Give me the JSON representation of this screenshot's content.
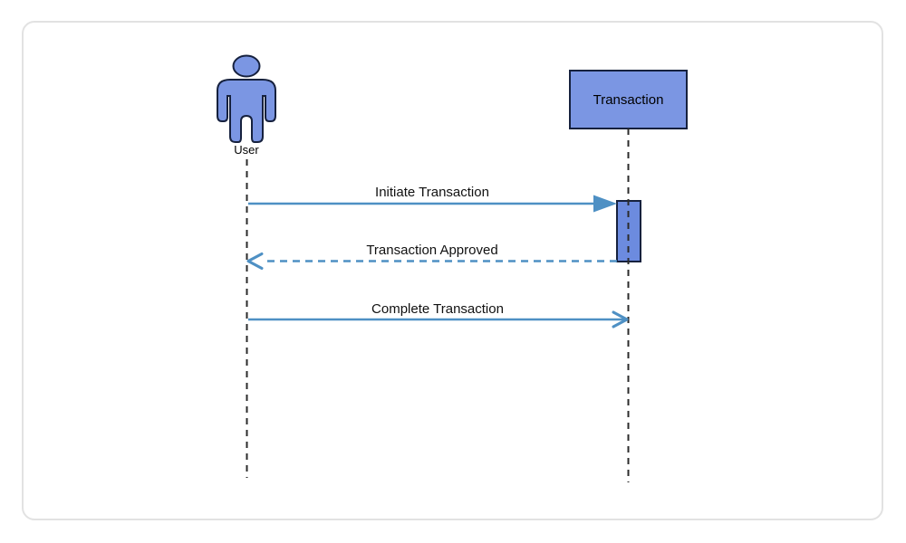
{
  "diagram": {
    "type": "uml-sequence",
    "participants": [
      {
        "name": "User",
        "kind": "actor"
      },
      {
        "name": "Transaction",
        "kind": "object"
      }
    ],
    "messages": [
      {
        "label": "Initiate Transaction",
        "from": "User",
        "to": "Transaction",
        "line": "solid",
        "arrowhead": "filled"
      },
      {
        "label": "Transaction Approved",
        "from": "Transaction",
        "to": "User",
        "line": "dashed",
        "arrowhead": "open"
      },
      {
        "label": "Complete Transaction",
        "from": "User",
        "to": "Transaction",
        "line": "solid",
        "arrowhead": "open"
      }
    ]
  },
  "colors": {
    "node_fill": "#7b96e3",
    "activation_fill": "#6c8bdf",
    "node_stroke": "#16213e",
    "message_line": "#4e90c4",
    "lifeline": "#2b2b2b",
    "card_border": "#e2e2e2",
    "label_text": "#111111"
  }
}
